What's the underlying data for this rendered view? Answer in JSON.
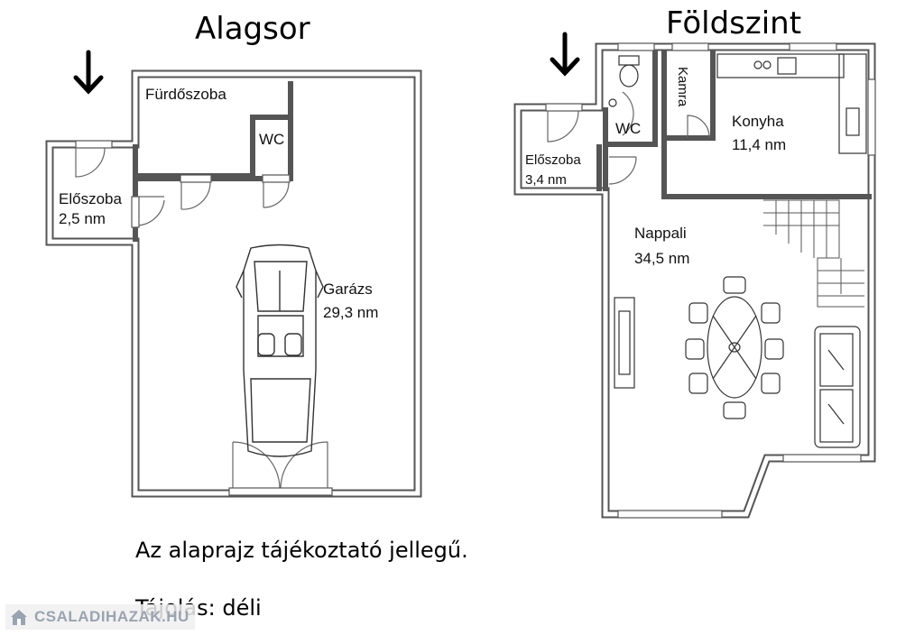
{
  "basement": {
    "title": "Alagsor",
    "rooms": {
      "bathroom": "Fürdőszoba",
      "wc": "WC",
      "entrance": "Előszoba",
      "entrance_area": "2,5 nm",
      "garage": "Garázs",
      "garage_area": "29,3 nm"
    }
  },
  "ground": {
    "title": "Földszint",
    "rooms": {
      "wc": "WC",
      "pantry": "Kamra",
      "kitchen": "Konyha",
      "kitchen_area": "11,4 nm",
      "entrance": "Előszoba",
      "entrance_area": "3,4 nm",
      "living": "Nappali",
      "living_area": "34,5 nm"
    }
  },
  "notes": {
    "disclaimer": "Az alaprajz tájékoztató jellegű.",
    "orientation": "Tájolás: déli"
  },
  "watermark": {
    "text": "CSALADIHAZAK.HU",
    "icon": "house-icon"
  }
}
